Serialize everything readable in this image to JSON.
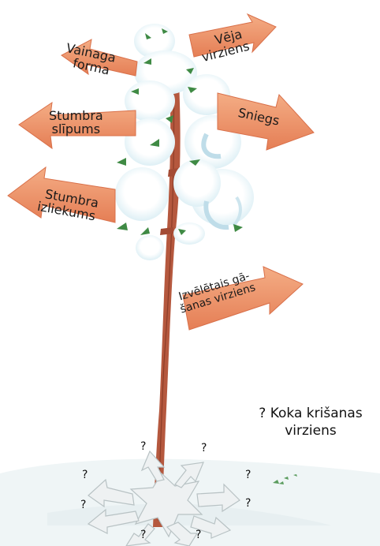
{
  "labels": {
    "vainaga_forma": [
      "Vainaga",
      "forma"
    ],
    "veja_virziens": [
      "Vēja",
      "virziens"
    ],
    "stumbra_slipums": [
      "Stumbra",
      "slīpums"
    ],
    "sniegs": "Sniegs",
    "stumbra_izliekums": [
      "Stumbra",
      "izliekums"
    ],
    "izveletais_virziens": [
      "Izvēlētais gā-",
      "šanas virziens"
    ]
  },
  "caption": [
    "? Koka krišanas",
    "virziens"
  ],
  "question_mark": "?",
  "colors": {
    "arrow_fill": "#f09a6e",
    "arrow_dark": "#d9704a",
    "trunk": "#b5583e",
    "snow_shadow": "#cfe6ef",
    "needles": "#3f8a44",
    "ground": "#eef4f5"
  }
}
